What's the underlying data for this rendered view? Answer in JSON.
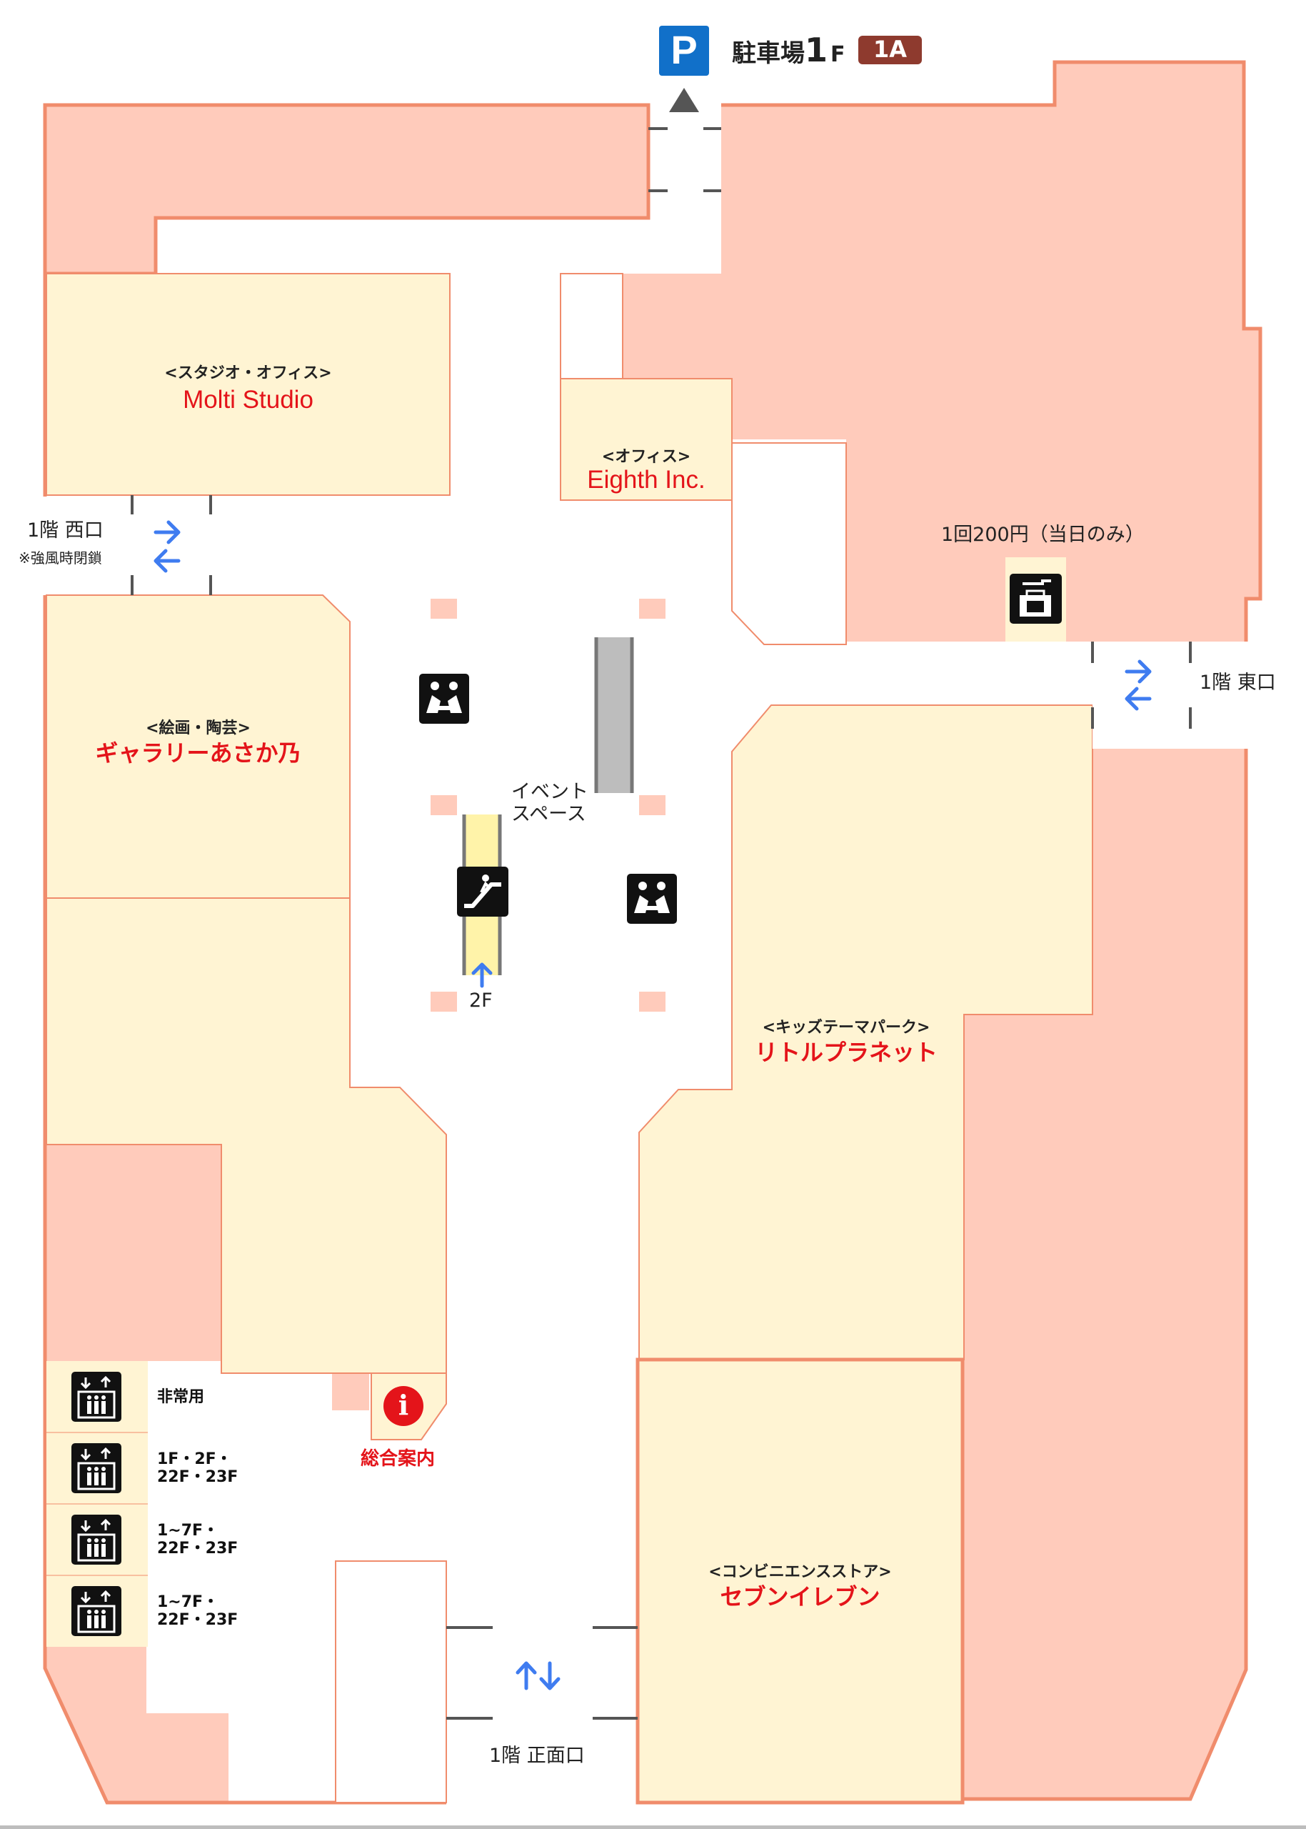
{
  "parking": {
    "icon": "parking-icon",
    "letter": "P",
    "label_prefix": "駐車場",
    "floor_num": "1",
    "floor_unit": "F",
    "badge": "1A"
  },
  "shops": [
    {
      "id": "molti",
      "category": "<スタジオ・オフィス>",
      "name": "Molti Studio"
    },
    {
      "id": "eighth",
      "category": "<オフィス>",
      "name": "Eighth Inc."
    },
    {
      "id": "gallery",
      "category": "<絵画・陶芸>",
      "name": "ギャラリーあさか乃"
    },
    {
      "id": "little",
      "category": "<キッズテーマパーク>",
      "name": "リトルプラネット"
    },
    {
      "id": "seven",
      "category": "<コンビニエンスストア>",
      "name": "セブンイレブン"
    }
  ],
  "entrances": {
    "west": {
      "name": "1階 西口",
      "note": "※強風時閉鎖"
    },
    "east": {
      "name": "1階 東口"
    },
    "front": {
      "name": "1階 正面口"
    }
  },
  "locker": {
    "label": "1回200円（当日のみ）",
    "icon": "coin-locker-icon"
  },
  "event_space": {
    "line1": "イベント",
    "line2": "スペース"
  },
  "escalator": {
    "icon": "escalator-icon",
    "label": "2F"
  },
  "seats_icon": "rest-area-icon",
  "info": {
    "icon": "information-icon",
    "glyph": "i",
    "label": "総合案内"
  },
  "elevators": [
    {
      "icon": "elevator-icon",
      "line1": "非常用",
      "line2": ""
    },
    {
      "icon": "elevator-icon",
      "line1": "1F・2F・",
      "line2": "22F・23F"
    },
    {
      "icon": "elevator-icon",
      "line1": "1~7F・",
      "line2": "22F・23F"
    },
    {
      "icon": "elevator-icon",
      "line1": "1~7F・",
      "line2": "22F・23F"
    }
  ],
  "colors": {
    "restricted": "#ffcbbb",
    "tenant": "#fff4d3",
    "outline": "#f08c6c",
    "corridor": "#ffffff",
    "shop_name": "#e4141a",
    "arrow": "#3f7cf0",
    "badge": "#8e3a2e",
    "parking_blue": "#1170c9"
  }
}
